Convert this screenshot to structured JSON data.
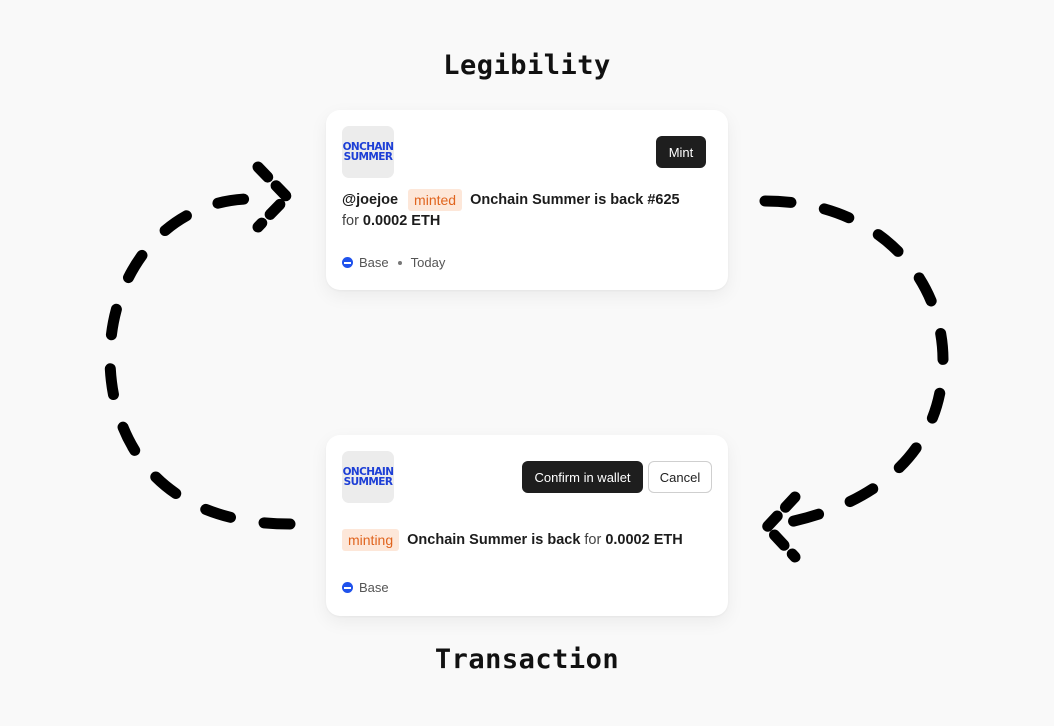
{
  "titles": {
    "top": "Legibility",
    "bottom": "Transaction"
  },
  "card_top": {
    "logo_lines": [
      "ONCHAIN",
      "SUMMER"
    ],
    "mint_button": "Mint",
    "user": "@joejoe",
    "status_pill": "minted",
    "item_name": "Onchain Summer is back #625",
    "for_text": "for",
    "price": "0.0002 ETH",
    "network": "Base",
    "date": "Today"
  },
  "card_bottom": {
    "logo_lines": [
      "ONCHAIN",
      "SUMMER"
    ],
    "confirm_button": "Confirm in wallet",
    "cancel_button": "Cancel",
    "status_pill": "minting",
    "item_name": "Onchain Summer is back",
    "for_text": "for",
    "price": "0.0002 ETH",
    "network": "Base"
  },
  "colors": {
    "background": "#f9f9f9",
    "pill_bg": "#fde7d9",
    "pill_text": "#e0641e",
    "base_blue": "#1f52ec",
    "dark_button": "#1e1e1e",
    "logo_blue": "#1d3fd6"
  }
}
